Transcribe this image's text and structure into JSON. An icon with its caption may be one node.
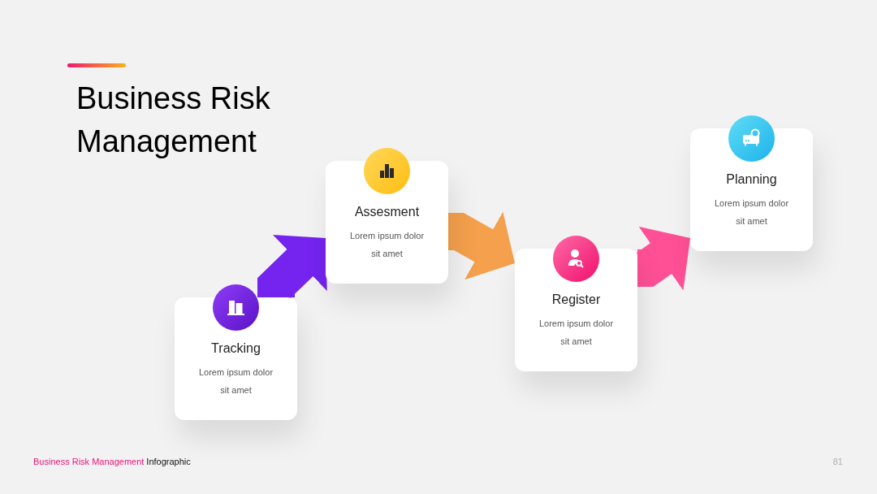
{
  "diagram": {
    "title": "Business Risk Management",
    "nodes": [
      {
        "text": [
          "Tracking",
          "Lorem ipsum dolor sit amet"
        ]
      },
      {
        "text": [
          "Assesment",
          "Lorem ipsum dolor sit amet"
        ]
      },
      {
        "text": [
          "Register",
          "Lorem ipsum dolor sit amet"
        ]
      },
      {
        "text": [
          "Planning",
          "Lorem ipsum dolor sit amet"
        ]
      }
    ],
    "edges": [
      {
        "from": 0,
        "to": 1,
        "arrow": "to",
        "color": "#7424ee"
      },
      {
        "from": 1,
        "to": 2,
        "arrow": "to",
        "color": "#f4a04c"
      },
      {
        "from": 2,
        "to": 3,
        "arrow": "to",
        "color": "#ff4f95"
      }
    ],
    "labels": [
      "Business Risk Management",
      "Infographic",
      "81"
    ]
  }
}
